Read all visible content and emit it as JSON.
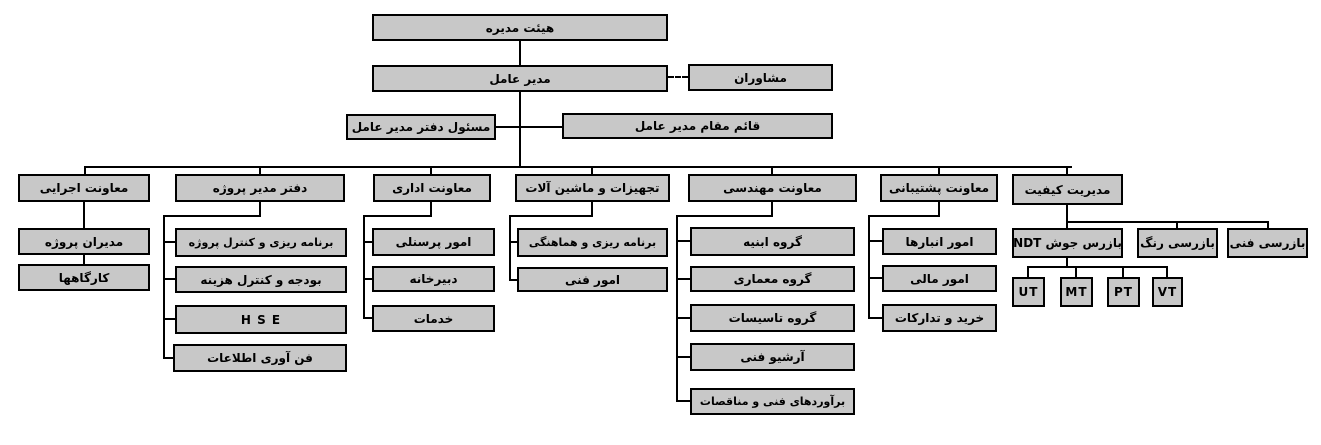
{
  "chart": {
    "type": "org-chart",
    "board": {
      "label": "هیئت مدیره"
    },
    "ceo": {
      "label": "مدیر عامل"
    },
    "advisors": {
      "label": "مشاوران"
    },
    "office_manager": {
      "label": "مسئول دفتر مدیر عامل"
    },
    "deputy_ceo": {
      "label": "قائم مقام مدیر عامل"
    },
    "departments": [
      {
        "label": "معاونت اجرایی",
        "children": [
          {
            "label": "مدیران پروژه"
          },
          {
            "label": "کارگاهها"
          }
        ]
      },
      {
        "label": "دفتر مدیر پروژه",
        "children": [
          {
            "label": "برنامه ریزی و کنترل پروژه"
          },
          {
            "label": "بودجه و کنترل هزینه"
          },
          {
            "label": "H S E"
          },
          {
            "label": "فن آوری اطلاعات"
          }
        ]
      },
      {
        "label": "معاونت اداری",
        "children": [
          {
            "label": "امور پرسنلی"
          },
          {
            "label": "دبیرخانه"
          },
          {
            "label": "خدمات"
          }
        ]
      },
      {
        "label": "تجهیزات و ماشین آلات",
        "children": [
          {
            "label": "برنامه ریزی و هماهنگی"
          },
          {
            "label": "امور فنی"
          }
        ]
      },
      {
        "label": "معاونت مهندسی",
        "children": [
          {
            "label": "گروه ابنیه"
          },
          {
            "label": "گروه معماری"
          },
          {
            "label": "گروه تاسیسات"
          },
          {
            "label": "آرشیو فنی"
          },
          {
            "label": "برآوردهای فنی و مناقصات"
          }
        ]
      },
      {
        "label": "معاونت پشتیبانی",
        "children": [
          {
            "label": "امور انبارها"
          },
          {
            "label": "امور مالی"
          },
          {
            "label": "خرید و تدارکات"
          }
        ]
      },
      {
        "label": "مدیریت کیفیت",
        "children": [
          {
            "label": "بازرس جوش NDT",
            "children": [
              {
                "label": "UT"
              },
              {
                "label": "MT"
              },
              {
                "label": "PT"
              },
              {
                "label": "VT"
              }
            ]
          },
          {
            "label": "بازرسی رنگ"
          },
          {
            "label": "بازرسی فنی"
          }
        ]
      }
    ],
    "colors": {
      "box_fill": "#c8c8c8",
      "box_border": "#000000",
      "text": "#000000",
      "background": "#ffffff"
    }
  }
}
